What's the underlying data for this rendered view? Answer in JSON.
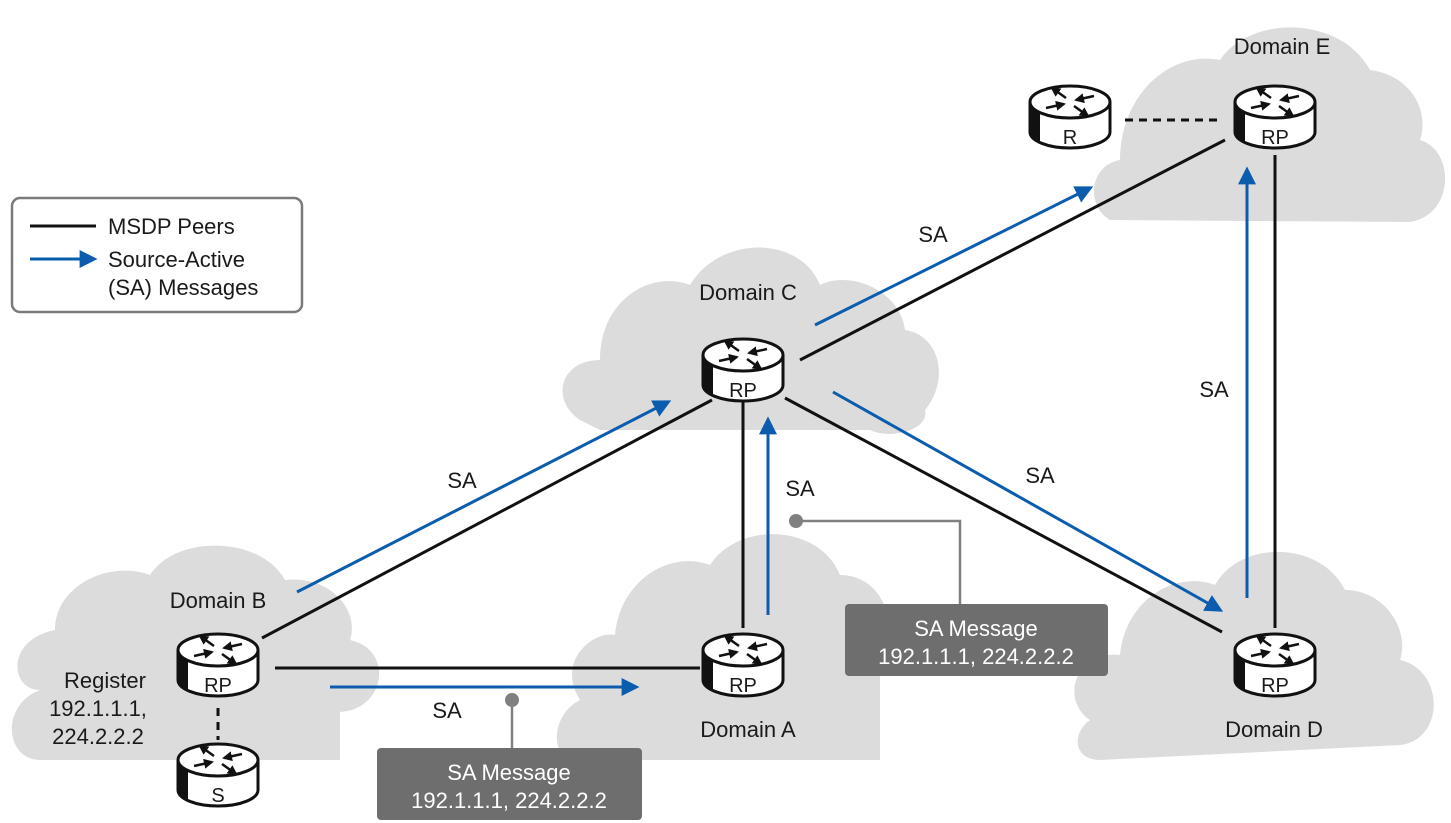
{
  "legend": {
    "peers_label": "MSDP Peers",
    "sa_label_line1": "Source-Active",
    "sa_label_line2": "(SA) Messages"
  },
  "domains": {
    "a": "Domain A",
    "b": "Domain B",
    "c": "Domain C",
    "d": "Domain D",
    "e": "Domain E"
  },
  "routers": {
    "rp": "RP",
    "source": "S",
    "receiver": "R"
  },
  "register": {
    "line1": "Register",
    "line2": "192.1.1.1,",
    "line3": "224.2.2.2"
  },
  "sa_label": "SA",
  "callout": {
    "title": "SA Message",
    "body": "192.1.1.1, 224.2.2.2"
  },
  "colors": {
    "peer_line": "#111111",
    "sa_arrow": "#0b5cad",
    "cloud": "#dcdcdc",
    "callout_bg": "#6e6e6e"
  }
}
